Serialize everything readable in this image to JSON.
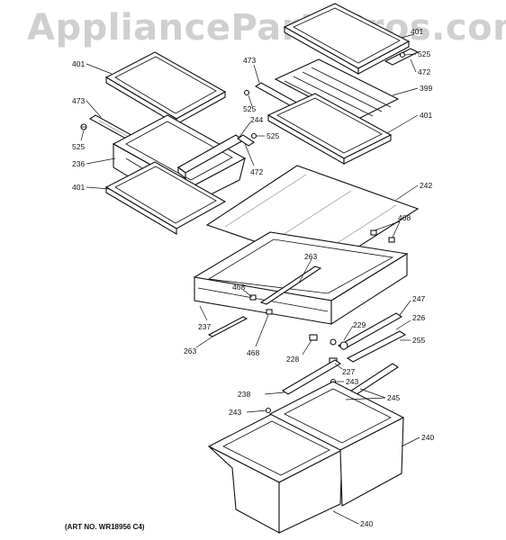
{
  "watermark": "AppliancePartsPros.com",
  "art_number": "(ART NO. WR18956 C4)",
  "callouts": [
    {
      "id": "c401a",
      "text": "401"
    },
    {
      "id": "c473a",
      "text": "473"
    },
    {
      "id": "c525a",
      "text": "525"
    },
    {
      "id": "c236",
      "text": "236"
    },
    {
      "id": "c401b",
      "text": "401"
    },
    {
      "id": "c473b",
      "text": "473"
    },
    {
      "id": "c525b",
      "text": "525"
    },
    {
      "id": "c244",
      "text": "244"
    },
    {
      "id": "c525c",
      "text": "525"
    },
    {
      "id": "c472a",
      "text": "472"
    },
    {
      "id": "c401c",
      "text": "401"
    },
    {
      "id": "c525d",
      "text": "525"
    },
    {
      "id": "c472b",
      "text": "472"
    },
    {
      "id": "c399",
      "text": "399"
    },
    {
      "id": "c401d",
      "text": "401"
    },
    {
      "id": "c242",
      "text": "242"
    },
    {
      "id": "c468a",
      "text": "468"
    },
    {
      "id": "c263a",
      "text": "263"
    },
    {
      "id": "c468b",
      "text": "468"
    },
    {
      "id": "c237",
      "text": "237"
    },
    {
      "id": "c263b",
      "text": "263"
    },
    {
      "id": "c468c",
      "text": "468"
    },
    {
      "id": "c247",
      "text": "247"
    },
    {
      "id": "c229",
      "text": "229"
    },
    {
      "id": "c226",
      "text": "226"
    },
    {
      "id": "c228",
      "text": "228"
    },
    {
      "id": "c255",
      "text": "255"
    },
    {
      "id": "c227",
      "text": "227"
    },
    {
      "id": "c243a",
      "text": "243"
    },
    {
      "id": "c238",
      "text": "238"
    },
    {
      "id": "c245",
      "text": "245"
    },
    {
      "id": "c243b",
      "text": "243"
    },
    {
      "id": "c240a",
      "text": "240"
    },
    {
      "id": "c240b",
      "text": "240"
    }
  ]
}
